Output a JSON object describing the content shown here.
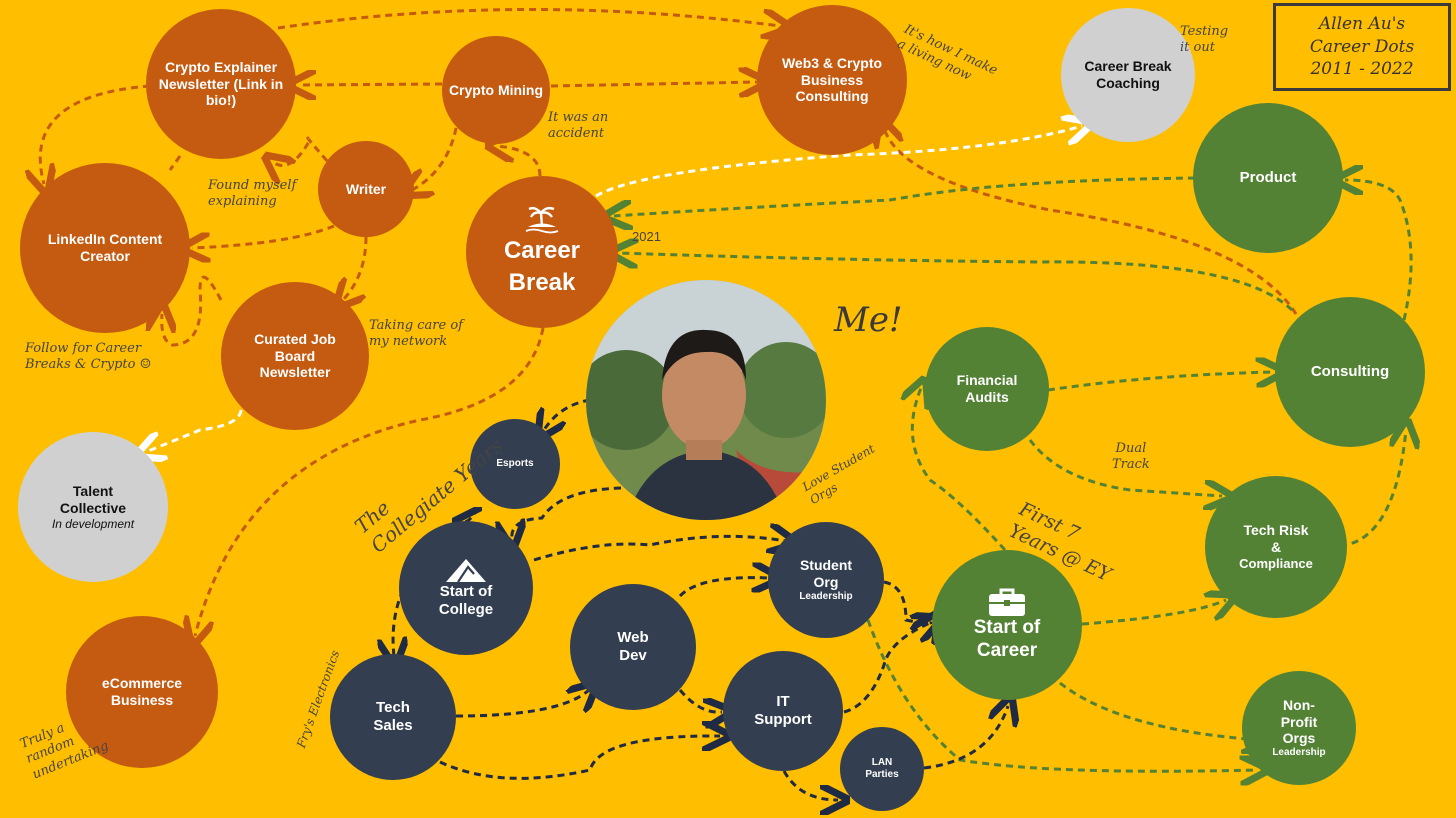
{
  "title": {
    "line1": "Allen Au's",
    "line2": "Career Dots",
    "line3": "2011 - 2022"
  },
  "me_label": "Me!",
  "colors": {
    "background": "#FFBE00",
    "orange": "#C55A11",
    "green": "#548235",
    "navy": "#333F50",
    "grey": "#D0D0D0",
    "orange_edge": "#C55A11",
    "green_edge": "#548235",
    "navy_edge": "#1F2A44",
    "white_edge": "#FFFFFF"
  },
  "nodes": {
    "crypto_explainer": {
      "label": "Crypto Explainer Newsletter (Link in bio!)"
    },
    "crypto_mining": {
      "label": "Crypto Mining"
    },
    "web3": {
      "label": "Web3 & Crypto Business Consulting"
    },
    "career_break_coaching": {
      "label": "Career Break Coaching"
    },
    "linkedin": {
      "label": "LinkedIn Content Creator"
    },
    "writer": {
      "label": "Writer"
    },
    "career_break": {
      "label": "Career Break",
      "icon": "island-palm-icon"
    },
    "curated_job_board": {
      "label": "Curated Job Board Newsletter"
    },
    "talent_collective": {
      "label": "Talent Collective",
      "sub": "In development"
    },
    "ecommerce": {
      "label": "eCommerce Business"
    },
    "product": {
      "label": "Product"
    },
    "consulting": {
      "label": "Consulting"
    },
    "financial_audits": {
      "label": "Financial Audits"
    },
    "tech_risk": {
      "line1": "Tech Risk",
      "line2": "&",
      "line3": "Compliance"
    },
    "start_career": {
      "label": "Start of Career",
      "icon": "briefcase-icon"
    },
    "non_profit": {
      "label": "Non-Profit Orgs",
      "sub": "Leadership"
    },
    "esports": {
      "label": "Esports"
    },
    "start_college": {
      "label": "Start of College",
      "icon": "mountain-icon"
    },
    "student_org": {
      "label": "Student Org",
      "sub": "Leadership"
    },
    "web_dev": {
      "label": "Web Dev"
    },
    "tech_sales": {
      "label": "Tech Sales"
    },
    "it_support": {
      "label": "IT Support"
    },
    "lan_parties": {
      "label": "LAN Parties"
    }
  },
  "notes": {
    "its_how": "It's how I make\na living now",
    "testing": "Testing\nit out",
    "accident": "It was an\naccident",
    "found": "Found myself\nexplaining",
    "year_2021": "2021",
    "taking_care": "Taking care of\nmy network",
    "follow": "Follow for Career\nBreaks & Crypto ☺",
    "dual_track": "Dual\nTrack",
    "first7": "First 7\nYears @ EY",
    "love_student": "Love Student\nOrgs",
    "collegiate": "The\nCollegiate Years",
    "frys": "Fry's Electronics",
    "truly": "Truly a\nrandom\nundertaking"
  }
}
